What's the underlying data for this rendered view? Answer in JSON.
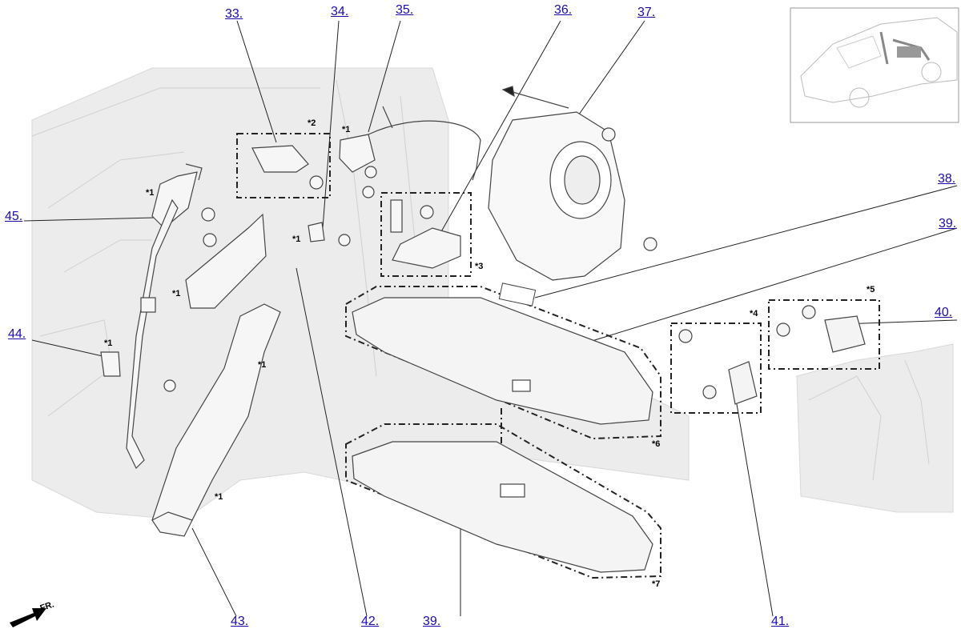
{
  "callouts": {
    "c33": "33.",
    "c34": "34.",
    "c35": "35.",
    "c36": "36.",
    "c37": "37.",
    "c38": "38.",
    "c39a": "39.",
    "c39b": "39.",
    "c40": "40.",
    "c41": "41.",
    "c42": "42.",
    "c43": "43.",
    "c44": "44.",
    "c45": "45."
  },
  "marks": {
    "m2": "*2",
    "m3": "*3",
    "m4": "*4",
    "m5": "*5",
    "m6": "*6",
    "m7": "*7",
    "m1_a": "*1",
    "m1_b": "*1",
    "m1_c": "*1",
    "m1_d": "*1",
    "m1_e": "*1",
    "m1_f": "*1",
    "m1_g": "*1"
  },
  "direction": {
    "label": "FR."
  }
}
